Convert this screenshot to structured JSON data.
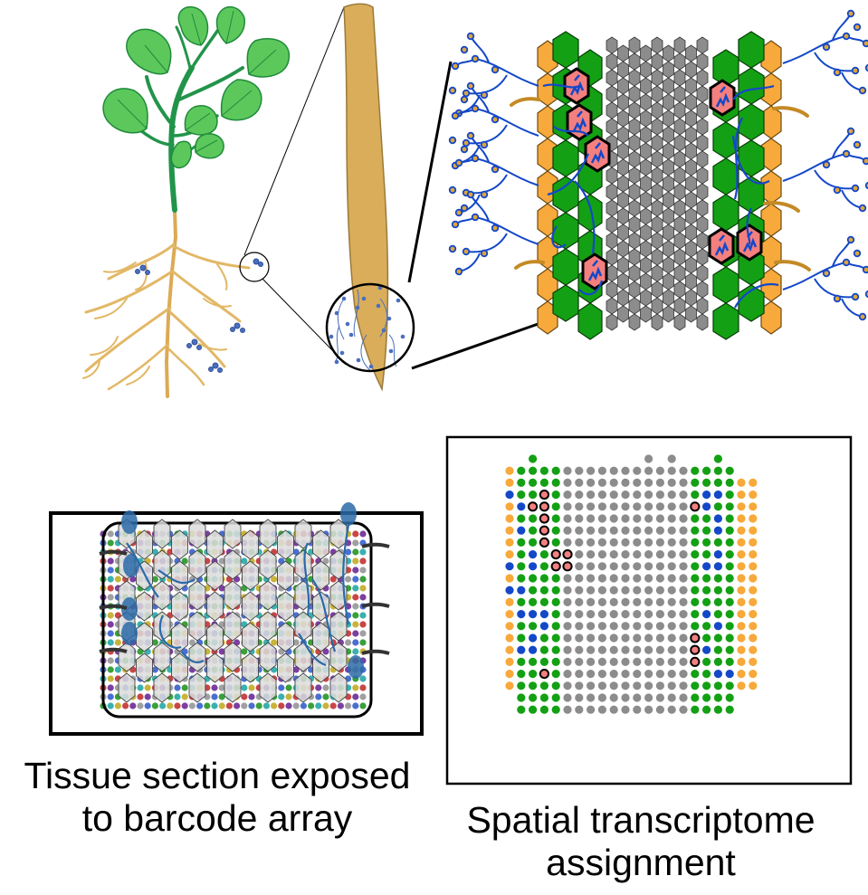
{
  "captions": {
    "left": [
      "Tissue section exposed",
      "to barcode array"
    ],
    "right": [
      "Spatial transcriptome",
      "assignment"
    ]
  },
  "colors": {
    "leaf": "#5cc85c",
    "leaf_vein": "#1f8a3a",
    "stem": "#22944a",
    "root": "#e2b867",
    "root_main": "#dcaa55",
    "epidermis": "#f7a93b",
    "cortex": "#14a014",
    "stele": "#8c8c8c",
    "fungal_hyphae": "#1448c8",
    "arbuscule_cell": "#f47f7f",
    "spot_blue": "#1448c8",
    "spot_outline": "#000000"
  },
  "icons": [
    "plant-illustration",
    "root-segment",
    "root-cross-section",
    "barcode-array",
    "spot-grid"
  ]
}
